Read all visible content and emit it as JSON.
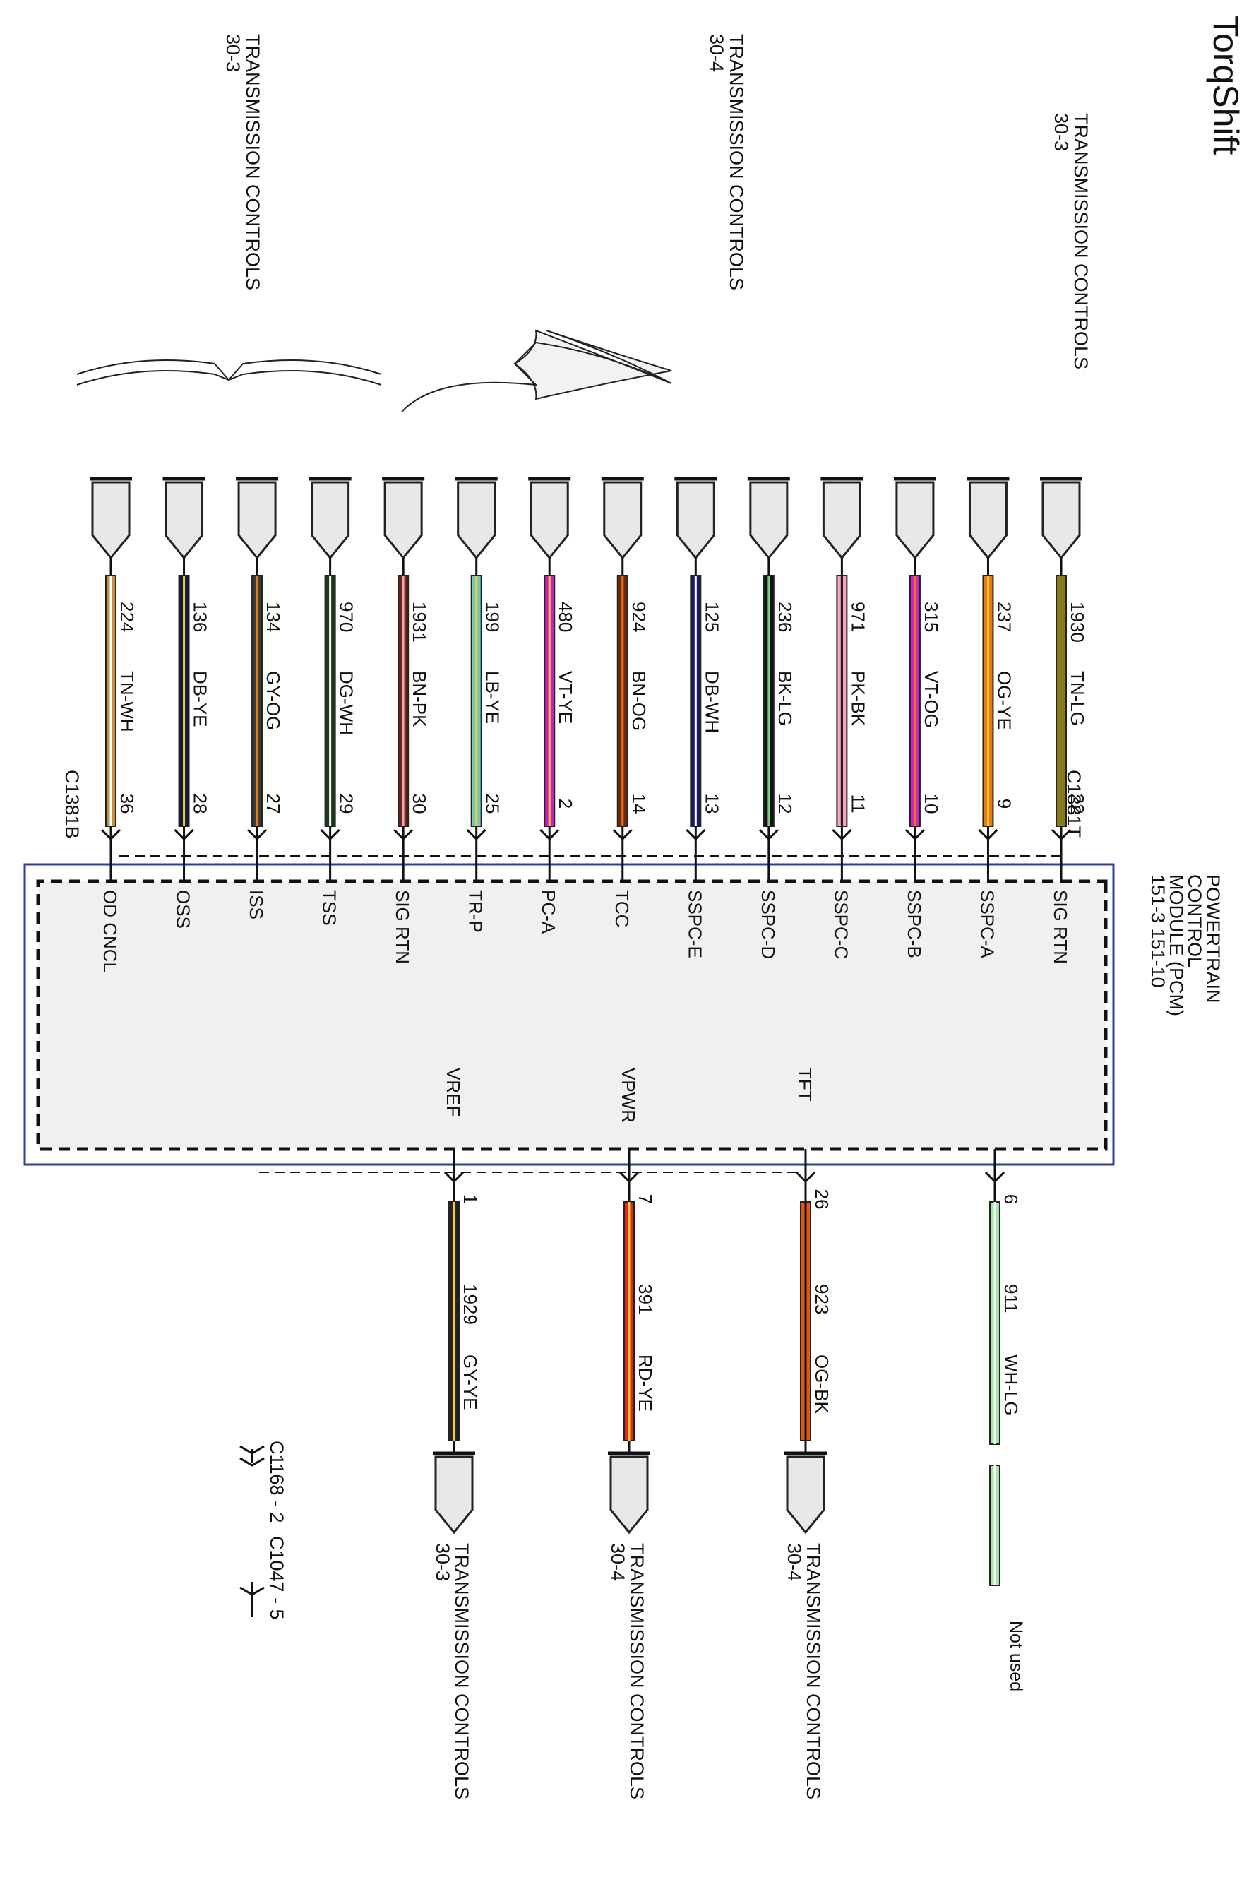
{
  "title": "TorqShift",
  "module": {
    "name_lines": [
      "POWERTRAIN",
      "CONTROL",
      "MODULE (PCM)",
      "151-3   151-10"
    ],
    "frame_color": "#2b3fa0",
    "fill_color": "#f0f0f0"
  },
  "connectors": {
    "top_upper": "C1381T",
    "top_lower": "C1381B",
    "inline_1": "C1168 - 2",
    "inline_2": "C1047 - 5"
  },
  "top_refs": [
    {
      "line1": "TRANSMISSION CONTROLS",
      "line2": "30-3"
    },
    {
      "line1": "TRANSMISSION CONTROLS",
      "line2": "30-4"
    },
    {
      "line1": "TRANSMISSION CONTROLS",
      "line2": "30-3"
    }
  ],
  "top_wires": [
    {
      "circuit": "1930",
      "color_code": "TN-LG",
      "pin": "22",
      "signal": "SIG RTN",
      "base": "#8a7a18",
      "stripe": "#8a7a18"
    },
    {
      "circuit": "237",
      "color_code": "OG-YE",
      "pin": "9",
      "signal": "SSPC-A",
      "base": "#e87818",
      "stripe": "#f5d020"
    },
    {
      "circuit": "315",
      "color_code": "VT-OG",
      "pin": "10",
      "signal": "SSPC-B",
      "base": "#d020c8",
      "stripe": "#e87818"
    },
    {
      "circuit": "971",
      "color_code": "PK-BK",
      "pin": "11",
      "signal": "SSPC-C",
      "base": "#f2a6c4",
      "stripe": "#111111"
    },
    {
      "circuit": "236",
      "color_code": "BK-LG",
      "pin": "12",
      "signal": "SSPC-D",
      "base": "#111111",
      "stripe": "#7ad07a"
    },
    {
      "circuit": "125",
      "color_code": "DB-WH",
      "pin": "13",
      "signal": "SSPC-E",
      "base": "#1a1a60",
      "stripe": "#ffffff"
    },
    {
      "circuit": "924",
      "color_code": "BN-OG",
      "pin": "14",
      "signal": "TCC",
      "base": "#6a2a10",
      "stripe": "#e87818"
    },
    {
      "circuit": "480",
      "color_code": "VT-YE",
      "pin": "2",
      "signal": "PC-A",
      "base": "#c820c8",
      "stripe": "#f5d020"
    },
    {
      "circuit": "199",
      "color_code": "LB-YE",
      "pin": "25",
      "signal": "TR-P",
      "base": "#70c8c0",
      "stripe": "#f5d020"
    },
    {
      "circuit": "1931",
      "color_code": "BN-PK",
      "pin": "30",
      "signal": "SIG RTN",
      "base": "#6a2a10",
      "stripe": "#f2a6c4"
    },
    {
      "circuit": "970",
      "color_code": "DG-WH",
      "pin": "29",
      "signal": "TSS",
      "base": "#1a3a1a",
      "stripe": "#ffffff"
    },
    {
      "circuit": "134",
      "color_code": "GY-OG",
      "pin": "27",
      "signal": "ISS",
      "base": "#3a3a3a",
      "stripe": "#e87818"
    },
    {
      "circuit": "136",
      "color_code": "DB-YE",
      "pin": "28",
      "signal": "OSS",
      "base": "#111a40",
      "stripe": "#f5d020"
    },
    {
      "circuit": "224",
      "color_code": "TN-WH",
      "pin": "36",
      "signal": "OD CNCL",
      "base": "#c8903a",
      "stripe": "#ffffff"
    }
  ],
  "bottom_wires": [
    {
      "circuit": "1929",
      "color_code": "GY-YE",
      "pin": "1",
      "signal": "VREF",
      "base": "#222222",
      "stripe": "#f5d020",
      "ref_line1": "TRANSMISSION CONTROLS",
      "ref_line2": "30-3"
    },
    {
      "circuit": "391",
      "color_code": "RD-YE",
      "pin": "7",
      "signal": "VPWR",
      "base": "#e82020",
      "stripe": "#f5d020",
      "ref_line1": "TRANSMISSION CONTROLS",
      "ref_line2": "30-4"
    },
    {
      "circuit": "923",
      "color_code": "OG-BK",
      "pin": "26",
      "signal": "TFT",
      "base": "#e05818",
      "stripe": "#111111",
      "ref_line1": "TRANSMISSION CONTROLS",
      "ref_line2": "30-4"
    },
    {
      "circuit": "911",
      "color_code": "WH-LG",
      "pin": "6",
      "signal": "",
      "base": "#9ee89e",
      "stripe": "#ffffff",
      "ref_line1": "Not used",
      "ref_line2": ""
    }
  ]
}
